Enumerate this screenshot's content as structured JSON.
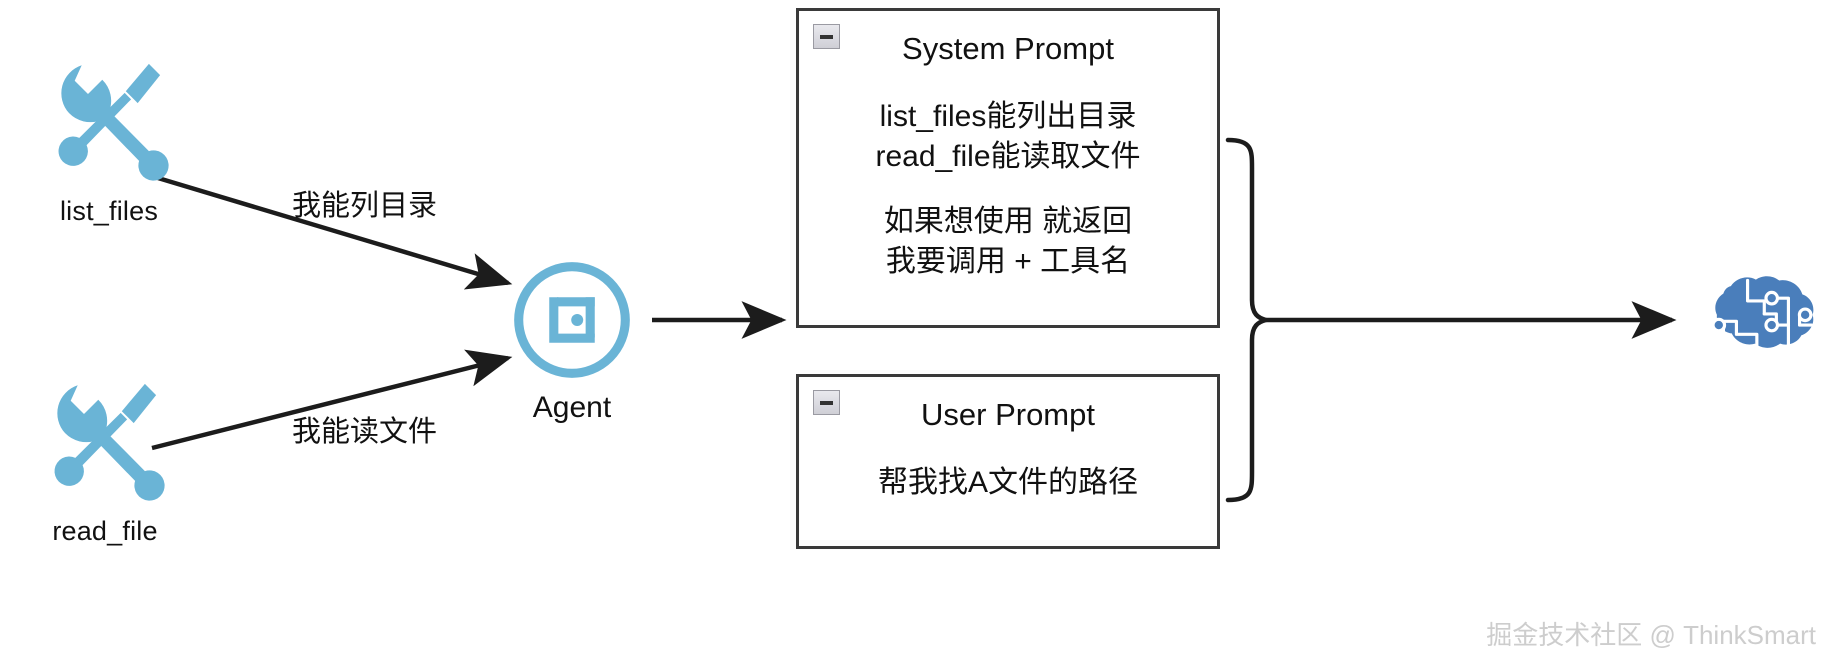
{
  "diagram": {
    "title": "Agent tool-calling prompt flow",
    "colors": {
      "tool_blue": "#6AB4D6",
      "agent_blue": "#6AB4D6",
      "brain_blue": "#4a7ebb",
      "edge": "#222222",
      "box_border": "#3a3a3a",
      "watermark": "#cdcdcd"
    }
  },
  "tools": [
    {
      "id": "list_files",
      "label": "list_files",
      "icon": "tools-icon"
    },
    {
      "id": "read_file",
      "label": "read_file",
      "icon": "tools-icon"
    }
  ],
  "agent": {
    "label": "Agent",
    "icon": "agent-circle-icon"
  },
  "edges": [
    {
      "id": "list-files-to-agent",
      "label": "我能列目录"
    },
    {
      "id": "read-file-to-agent",
      "label": "我能读文件"
    },
    {
      "id": "agent-to-prompts",
      "label": ""
    },
    {
      "id": "prompts-to-llm",
      "label": ""
    }
  ],
  "boxes": [
    {
      "id": "system-prompt",
      "title": "System Prompt",
      "collapse_icon": "minus-icon",
      "paragraphs": [
        [
          "list_files能列出目录",
          "read_file能读取文件"
        ],
        [
          "如果想使用 就返回",
          "我要调用 + 工具名"
        ]
      ]
    },
    {
      "id": "user-prompt",
      "title": "User Prompt",
      "collapse_icon": "minus-icon",
      "paragraphs": [
        [
          "帮我找A文件的路径"
        ]
      ]
    }
  ],
  "llm": {
    "icon": "brain-circuit-icon",
    "label": ""
  },
  "watermark": {
    "text": "掘金技术社区 @ ThinkSmart"
  }
}
